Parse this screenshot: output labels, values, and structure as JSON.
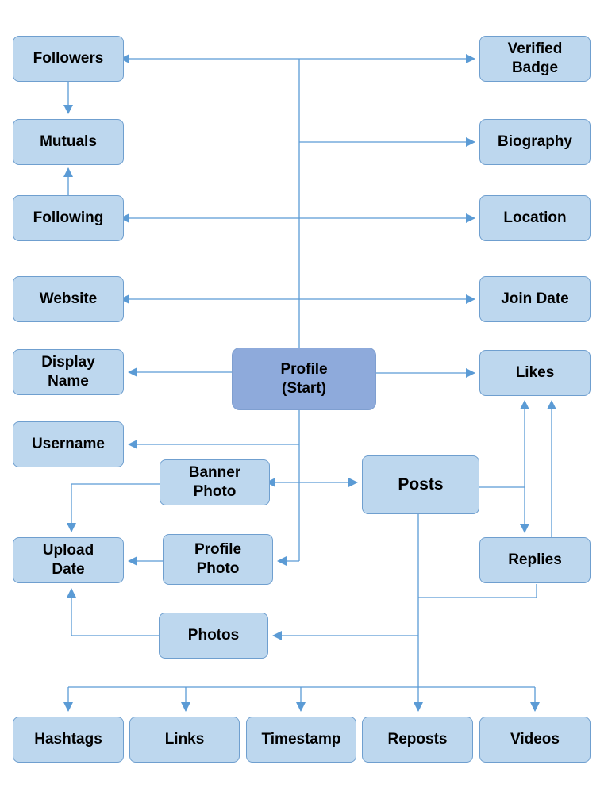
{
  "diagram": {
    "line_color": "#5b9bd5",
    "node_fill": "#bdd7ee",
    "node_border": "#6f9fcf",
    "main_fill": "#8eaadb",
    "nodes": {
      "followers": "Followers",
      "verified_badge": "Verified\nBadge",
      "mutuals": "Mutuals",
      "biography": "Biography",
      "following": "Following",
      "location": "Location",
      "website": "Website",
      "join_date": "Join Date",
      "display_name": "Display\nName",
      "profile_start": "Profile\n(Start)",
      "likes": "Likes",
      "username": "Username",
      "banner_photo": "Banner\nPhoto",
      "posts": "Posts",
      "upload_date": "Upload\nDate",
      "profile_photo": "Profile\nPhoto",
      "replies": "Replies",
      "photos": "Photos",
      "hashtags": "Hashtags",
      "links": "Links",
      "timestamp": "Timestamp",
      "reposts": "Reposts",
      "videos": "Videos"
    }
  }
}
